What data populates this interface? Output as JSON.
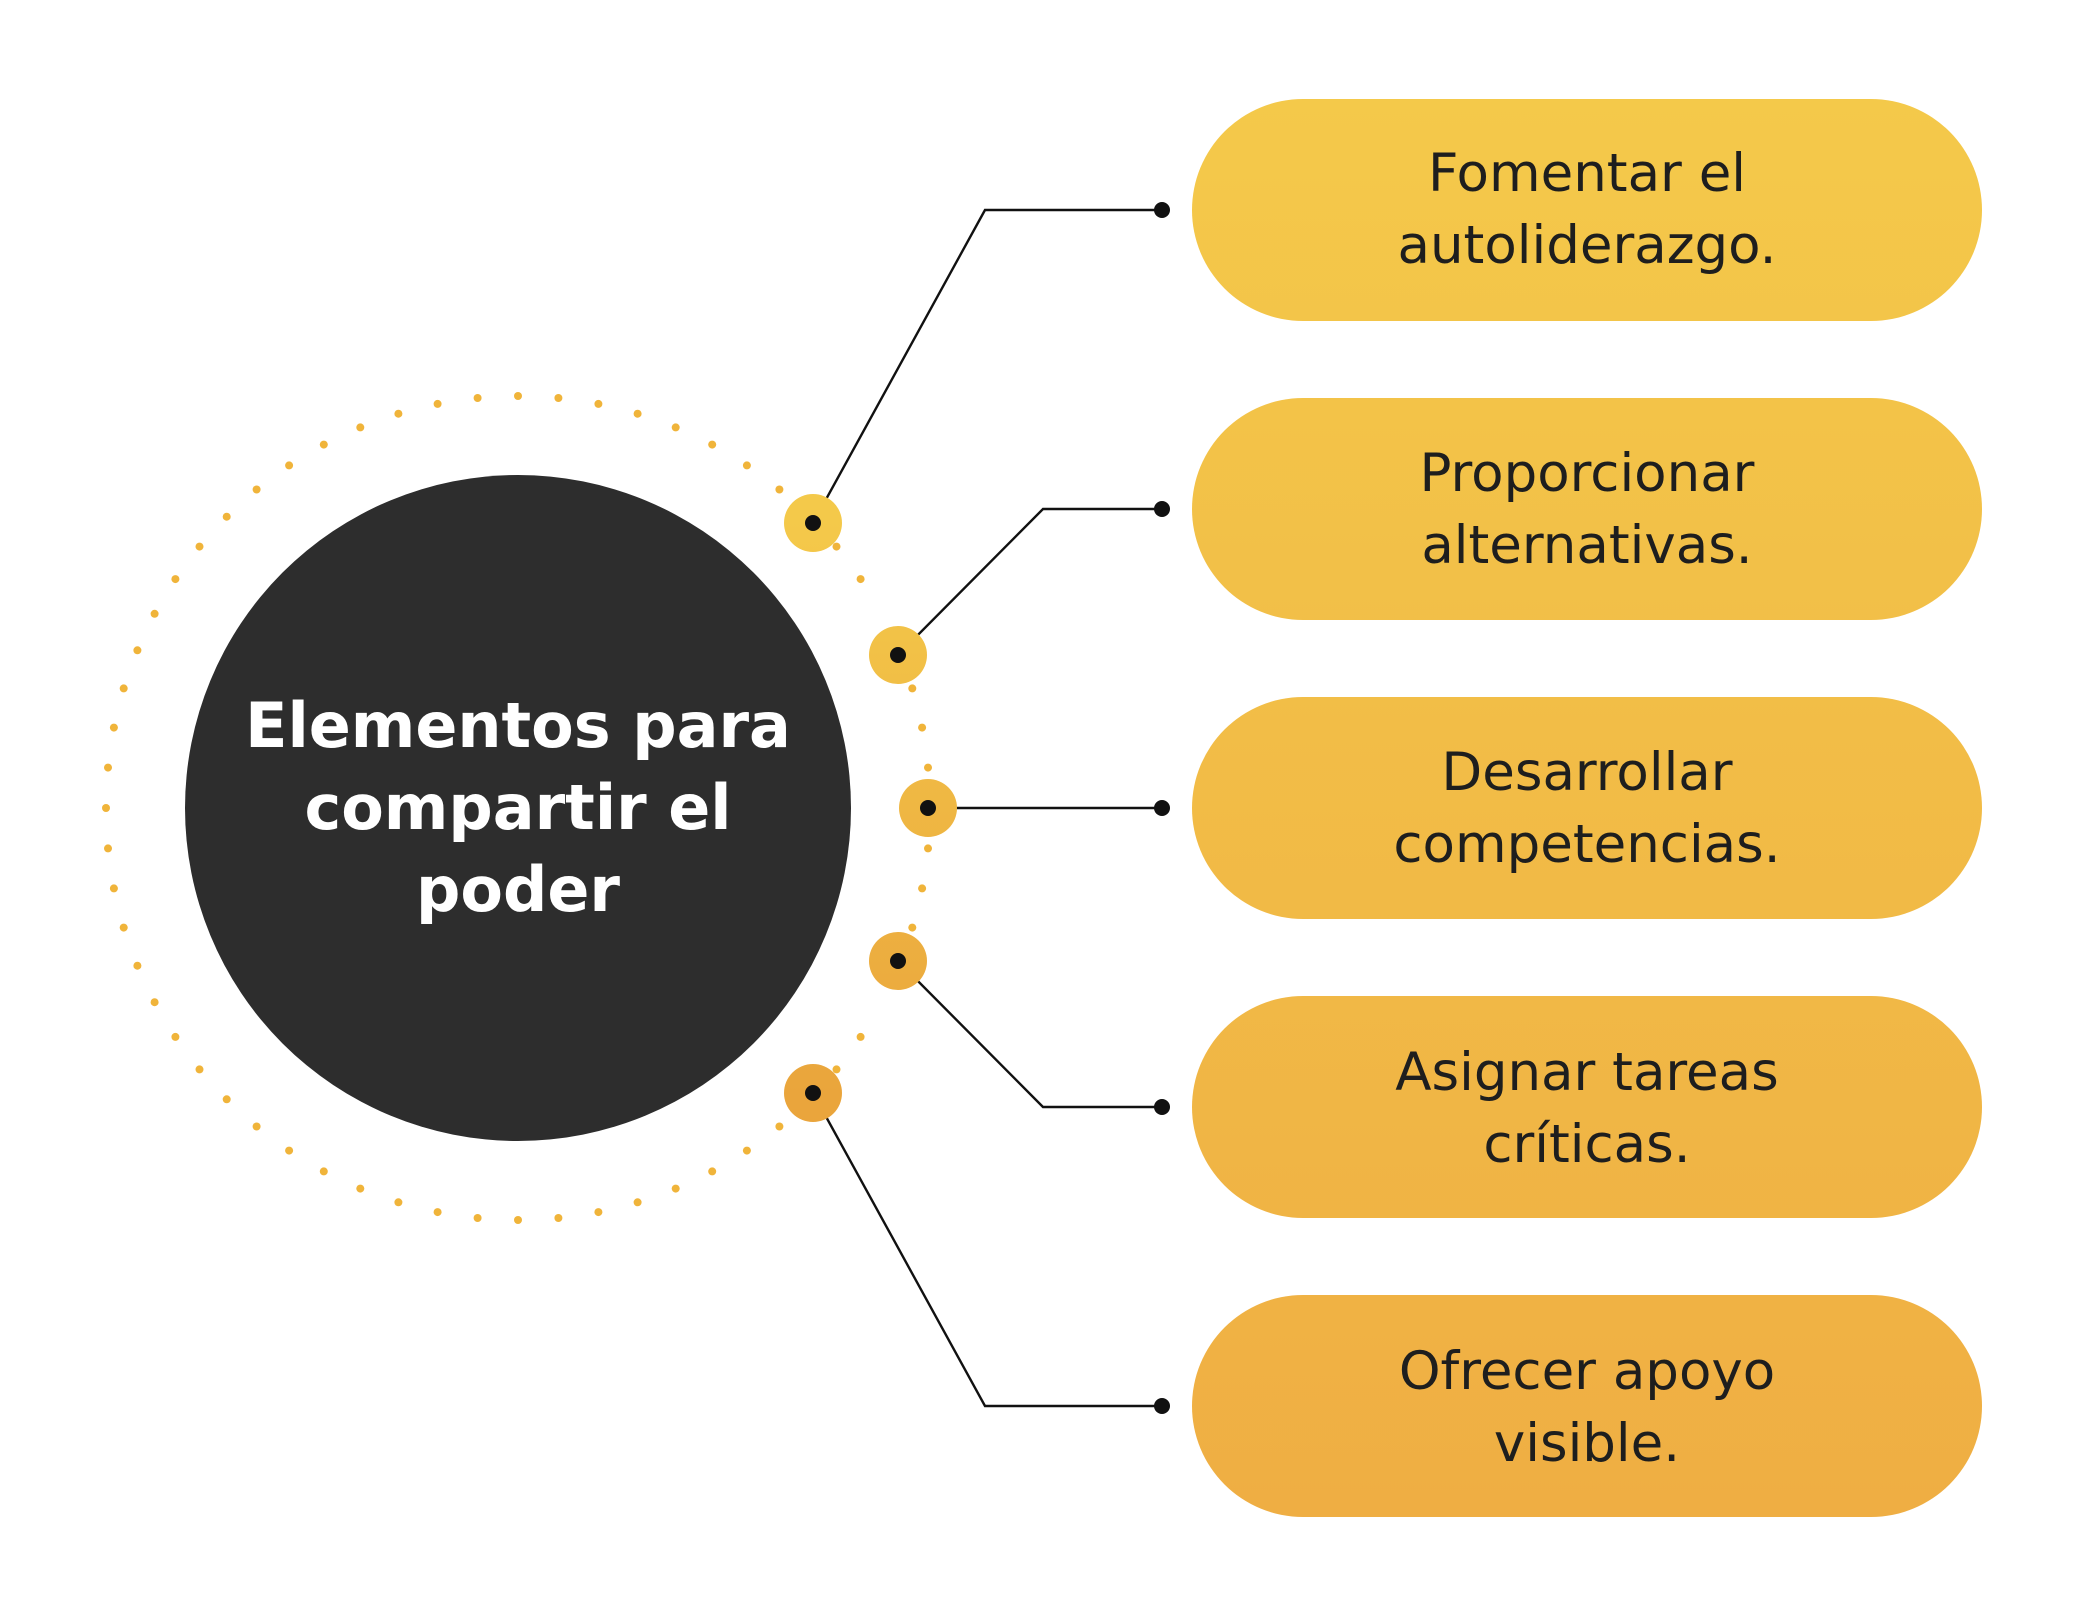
{
  "center": {
    "label": "Elementos para compartir el poder",
    "fill": "#2d2d2d",
    "text_color": "#ffffff"
  },
  "colors": {
    "dots": "#f0b43a",
    "pill_top": "#f4c94a",
    "pill_bottom": "#efae43",
    "node_top": "#f4c94a",
    "node_bottom": "#eaa53c",
    "connector": "#111111"
  },
  "items": [
    {
      "label": "Fomentar el autoliderazgo."
    },
    {
      "label": "Proporcionar alternativas."
    },
    {
      "label": "Desarrollar competencias."
    },
    {
      "label": "Asignar tareas críticas."
    },
    {
      "label": "Ofrecer apoyo visible."
    }
  ]
}
